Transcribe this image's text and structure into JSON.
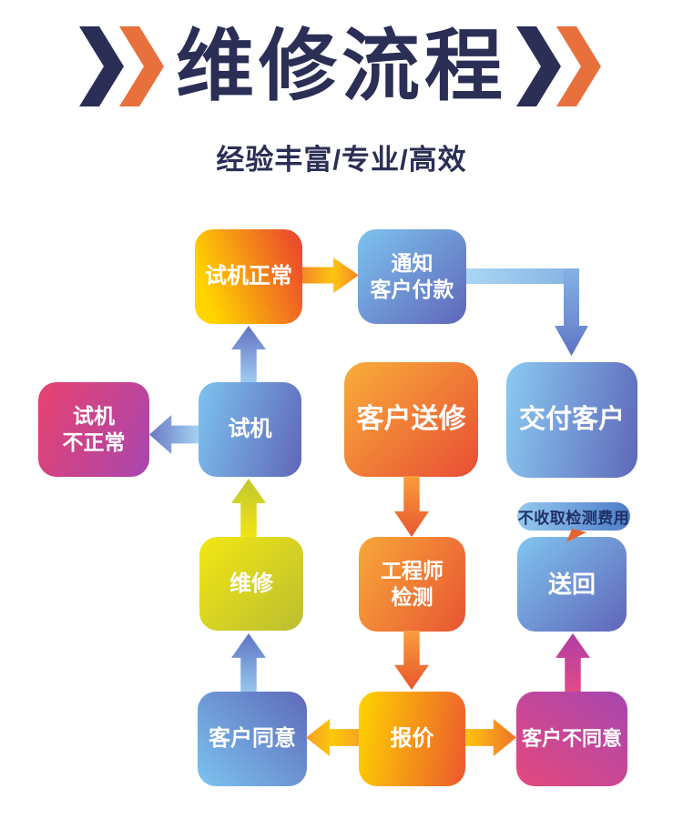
{
  "header": {
    "title": "维修流程",
    "subtitle": "经验丰富/专业/高效"
  },
  "palette": {
    "navy": "#2b2e55",
    "chevron_orange": "#e8703c",
    "blue_light": "#7dc3ef",
    "blue_dark": "#6066b9",
    "magenta_pink": "#e8426f",
    "magenta_purple": "#a846af",
    "yellow": "#ffd400",
    "red_orange": "#ec4c2c",
    "amber": "#f8a83a",
    "yellow_green_light": "#f2e713",
    "yellow_green_dark": "#bcbe31",
    "bubble_blue": "#4c7cc8",
    "bubble_tail_orange": "#e8642f"
  },
  "flowchart": {
    "nodes": [
      {
        "id": "test-ok",
        "label": "试机正常"
      },
      {
        "id": "notify-payment",
        "label": "通知\n客户付款"
      },
      {
        "id": "deliver-customer",
        "label": "交付客户"
      },
      {
        "id": "test-fail",
        "label": "试机\n不正常"
      },
      {
        "id": "test-run",
        "label": "试机"
      },
      {
        "id": "customer-send",
        "label": "客户送修"
      },
      {
        "id": "send-back",
        "label": "送回"
      },
      {
        "id": "repair",
        "label": "维修"
      },
      {
        "id": "engineer-check",
        "label": "工程师\n检测"
      },
      {
        "id": "customer-agree",
        "label": "客户同意"
      },
      {
        "id": "quote",
        "label": "报价"
      },
      {
        "id": "customer-disagree",
        "label": "客户不同意"
      }
    ],
    "bubble": {
      "text": "不收取检测费用"
    }
  }
}
